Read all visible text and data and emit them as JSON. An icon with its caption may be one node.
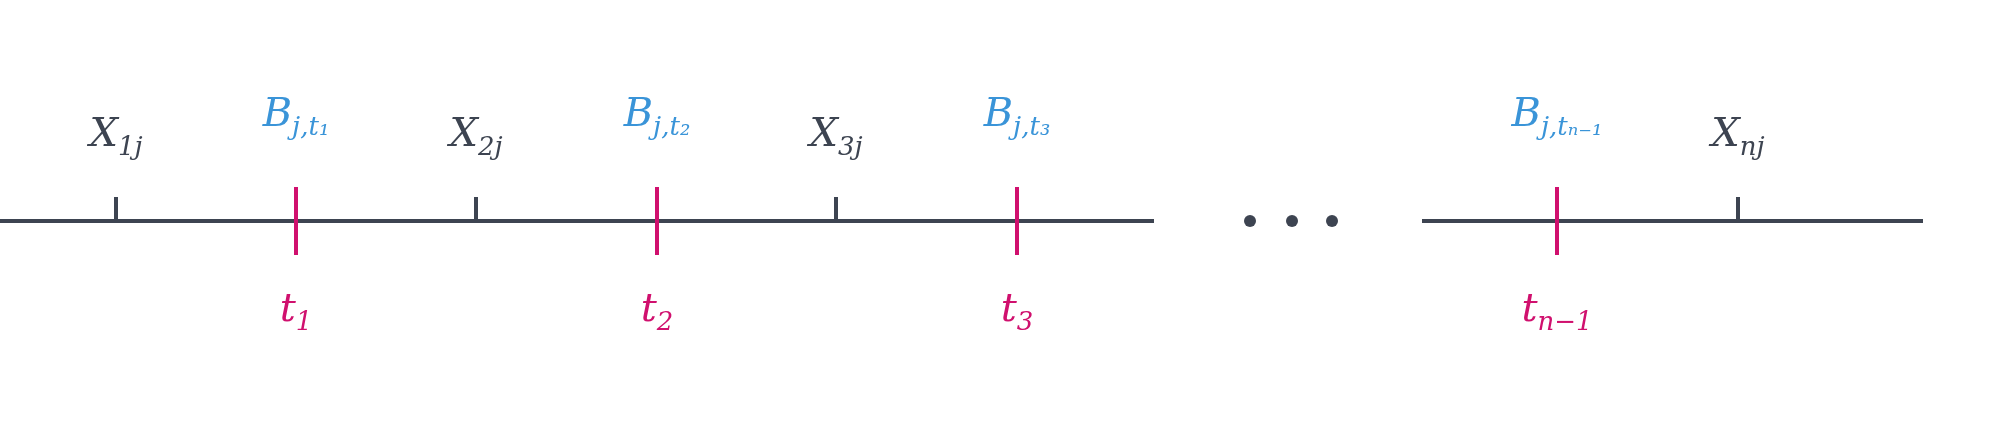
{
  "diagram": {
    "labels": [
      "X$_{1j}$",
      "B$_{j,t₁}$",
      "X$_{2j}$",
      "B$_{j,t₂}$",
      "X$_{3j}$",
      "B$_{j,t₃}$",
      "B$_{j,tₙ₋₁}$",
      "X$_{nj}$",
      "t$_{1}$",
      "t$_{2}$",
      "t$_{3}$",
      "t$_{n−1}$"
    ]
  }
}
